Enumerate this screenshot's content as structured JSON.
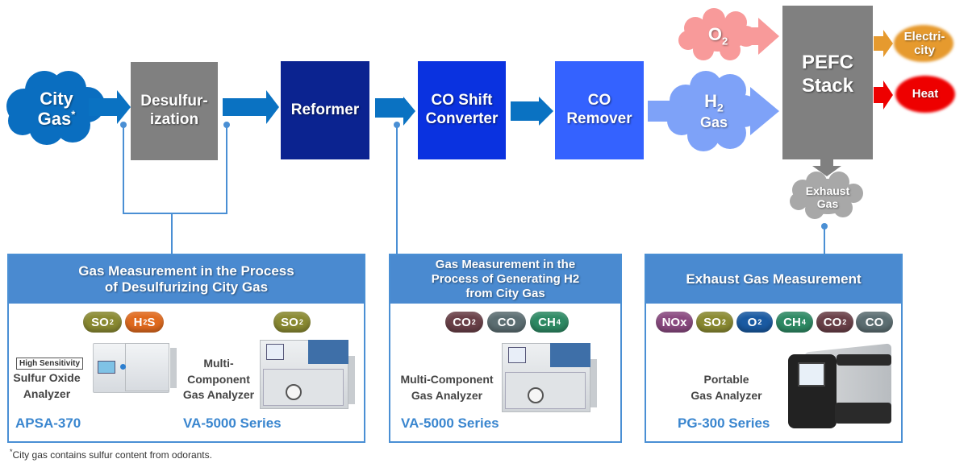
{
  "colors": {
    "flow_arrow": "#0a72c2",
    "city_gas": "#0a6ec0",
    "desulfurization": "#808080",
    "reformer": "#0b2390",
    "co_shift": "#0a32e0",
    "co_remover": "#3462ff",
    "h2_gas": "#7ea2f8",
    "o2": "#f89a9a",
    "pefc": "#808080",
    "electricity": "#e69a2e",
    "heat": "#ee0000",
    "exhaust": "#a8a8a8",
    "panel_border": "#4a8fd4",
    "panel_header": "#4a8ad0",
    "model_text": "#3a86cf"
  },
  "process": {
    "city_gas": {
      "line1": "City",
      "line2": "Gas",
      "mark": "*"
    },
    "desulfurization": {
      "line1": "Desulfur-",
      "line2": "ization"
    },
    "reformer": {
      "label": "Reformer"
    },
    "co_shift": {
      "line1": "CO Shift",
      "line2": "Converter"
    },
    "co_remover": {
      "line1": "CO",
      "line2": "Remover"
    },
    "h2_gas": {
      "formula": "H",
      "sub": "2",
      "line2": "Gas"
    },
    "o2": {
      "formula": "O",
      "sub": "2"
    },
    "pefc": {
      "line1": "PEFC",
      "line2": "Stack"
    },
    "electricity": {
      "line1": "Electri-",
      "line2": "city"
    },
    "heat": {
      "label": "Heat"
    },
    "exhaust": {
      "line1": "Exhaust",
      "line2": "Gas"
    }
  },
  "panels": [
    {
      "title_line1": "Gas Measurement in the Process",
      "title_line2": "of Desulfurizing City Gas",
      "products": [
        {
          "badges": [
            {
              "text": "SO",
              "sub": "2",
              "color": "#8a8a32"
            },
            {
              "text": "H",
              "sub": "2",
              "tail": "S",
              "color": "#e06a1e"
            }
          ],
          "tag": "High Sensitivity",
          "desc_line1": "Sulfur Oxide",
          "desc_line2": "Analyzer",
          "model": "APSA-370"
        },
        {
          "badges": [
            {
              "text": "SO",
              "sub": "2",
              "color": "#8a8a32"
            }
          ],
          "desc_line1": "Multi-",
          "desc_line2": "Component",
          "desc_line3": "Gas Analyzer",
          "model": "VA-5000 Series"
        }
      ]
    },
    {
      "title_line1": "Gas Measurement in the",
      "title_line2": "Process of Generating H2",
      "title_line3": "from City Gas",
      "products": [
        {
          "badges": [
            {
              "text": "CO",
              "sub": "2",
              "color": "#6a4048"
            },
            {
              "text": "CO",
              "sub": "",
              "color": "#5c6e72"
            },
            {
              "text": "CH",
              "sub": "4",
              "color": "#2e8a64"
            }
          ],
          "desc_line1": "Multi-Component",
          "desc_line2": "Gas Analyzer",
          "model": "VA-5000 Series"
        }
      ]
    },
    {
      "title_line1": "Exhaust Gas Measurement",
      "products": [
        {
          "badges": [
            {
              "text": "NOx",
              "sub": "",
              "color": "#8a4a80"
            },
            {
              "text": "SO",
              "sub": "2",
              "color": "#8a8a32"
            },
            {
              "text": "O",
              "sub": "2",
              "color": "#1a5aa2"
            },
            {
              "text": "CH",
              "sub": "4",
              "color": "#2e8a64"
            },
            {
              "text": "CO",
              "sub": "2",
              "color": "#6a4048"
            },
            {
              "text": "CO",
              "sub": "",
              "color": "#5c6e72"
            }
          ],
          "desc_line1": "Portable",
          "desc_line2": "Gas Analyzer",
          "model": "PG-300 Series"
        }
      ]
    }
  ],
  "footnote": {
    "mark": "*",
    "text": "City gas contains sulfur content from odorants."
  }
}
